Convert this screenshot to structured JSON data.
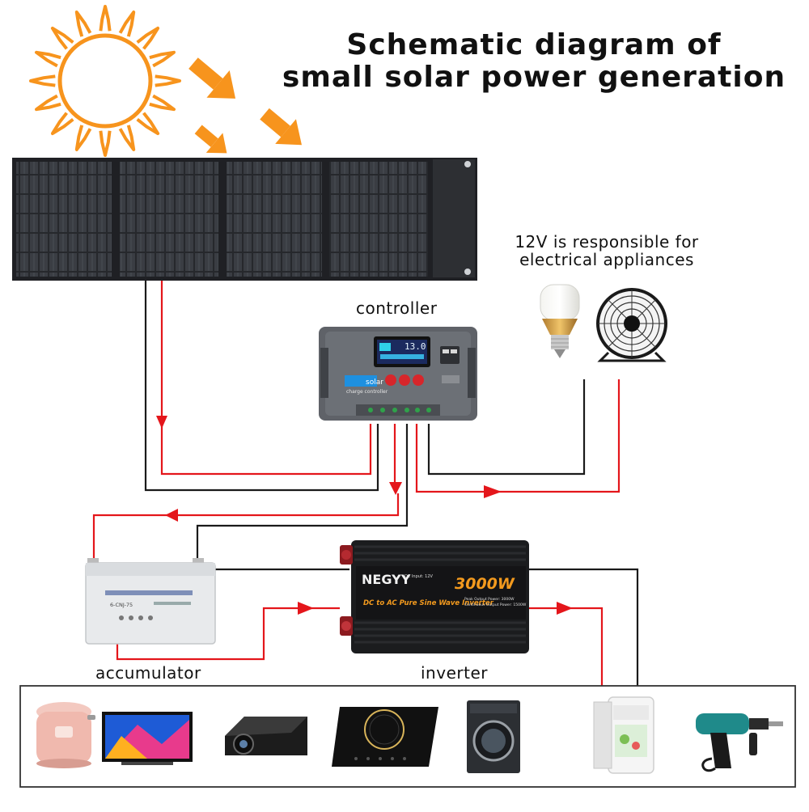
{
  "title": {
    "line1": "Schematic diagram of",
    "line2": "small solar power generation"
  },
  "labels": {
    "loads": "12V is responsible for electrical appliances",
    "controller": "controller",
    "accumulator": "accumulator",
    "inverter": "inverter"
  },
  "controller_device": {
    "display": "13.0",
    "brand_text": "solar",
    "sub_text": "charge controller"
  },
  "battery_device": {
    "model": "6-CNJ-75"
  },
  "inverter_device": {
    "brand": "NEGYY",
    "rating": "3000W",
    "subtitle": "DC to AC Pure Sine Wave Inverter",
    "dc_input": "DC Input: 12V",
    "peak": "Peak Output Power: 3000W",
    "continuous": "Continuous Output Power: 1500W"
  },
  "colors": {
    "sun": "#f7941d",
    "arrow": "#f7941d",
    "positive_wire": "#e4161b",
    "negative_wire": "#1a1a1a",
    "panel": "#2b2d31"
  },
  "icons": [
    "sun-icon",
    "sunlight-arrow-icon",
    "solar-panel-icon",
    "light-bulb-icon",
    "desk-fan-icon",
    "charge-controller-icon",
    "battery-icon",
    "inverter-icon",
    "rice-cooker-icon",
    "tv-icon",
    "projector-icon",
    "induction-cooker-icon",
    "washing-machine-icon",
    "mini-fridge-icon",
    "electric-drill-icon"
  ]
}
